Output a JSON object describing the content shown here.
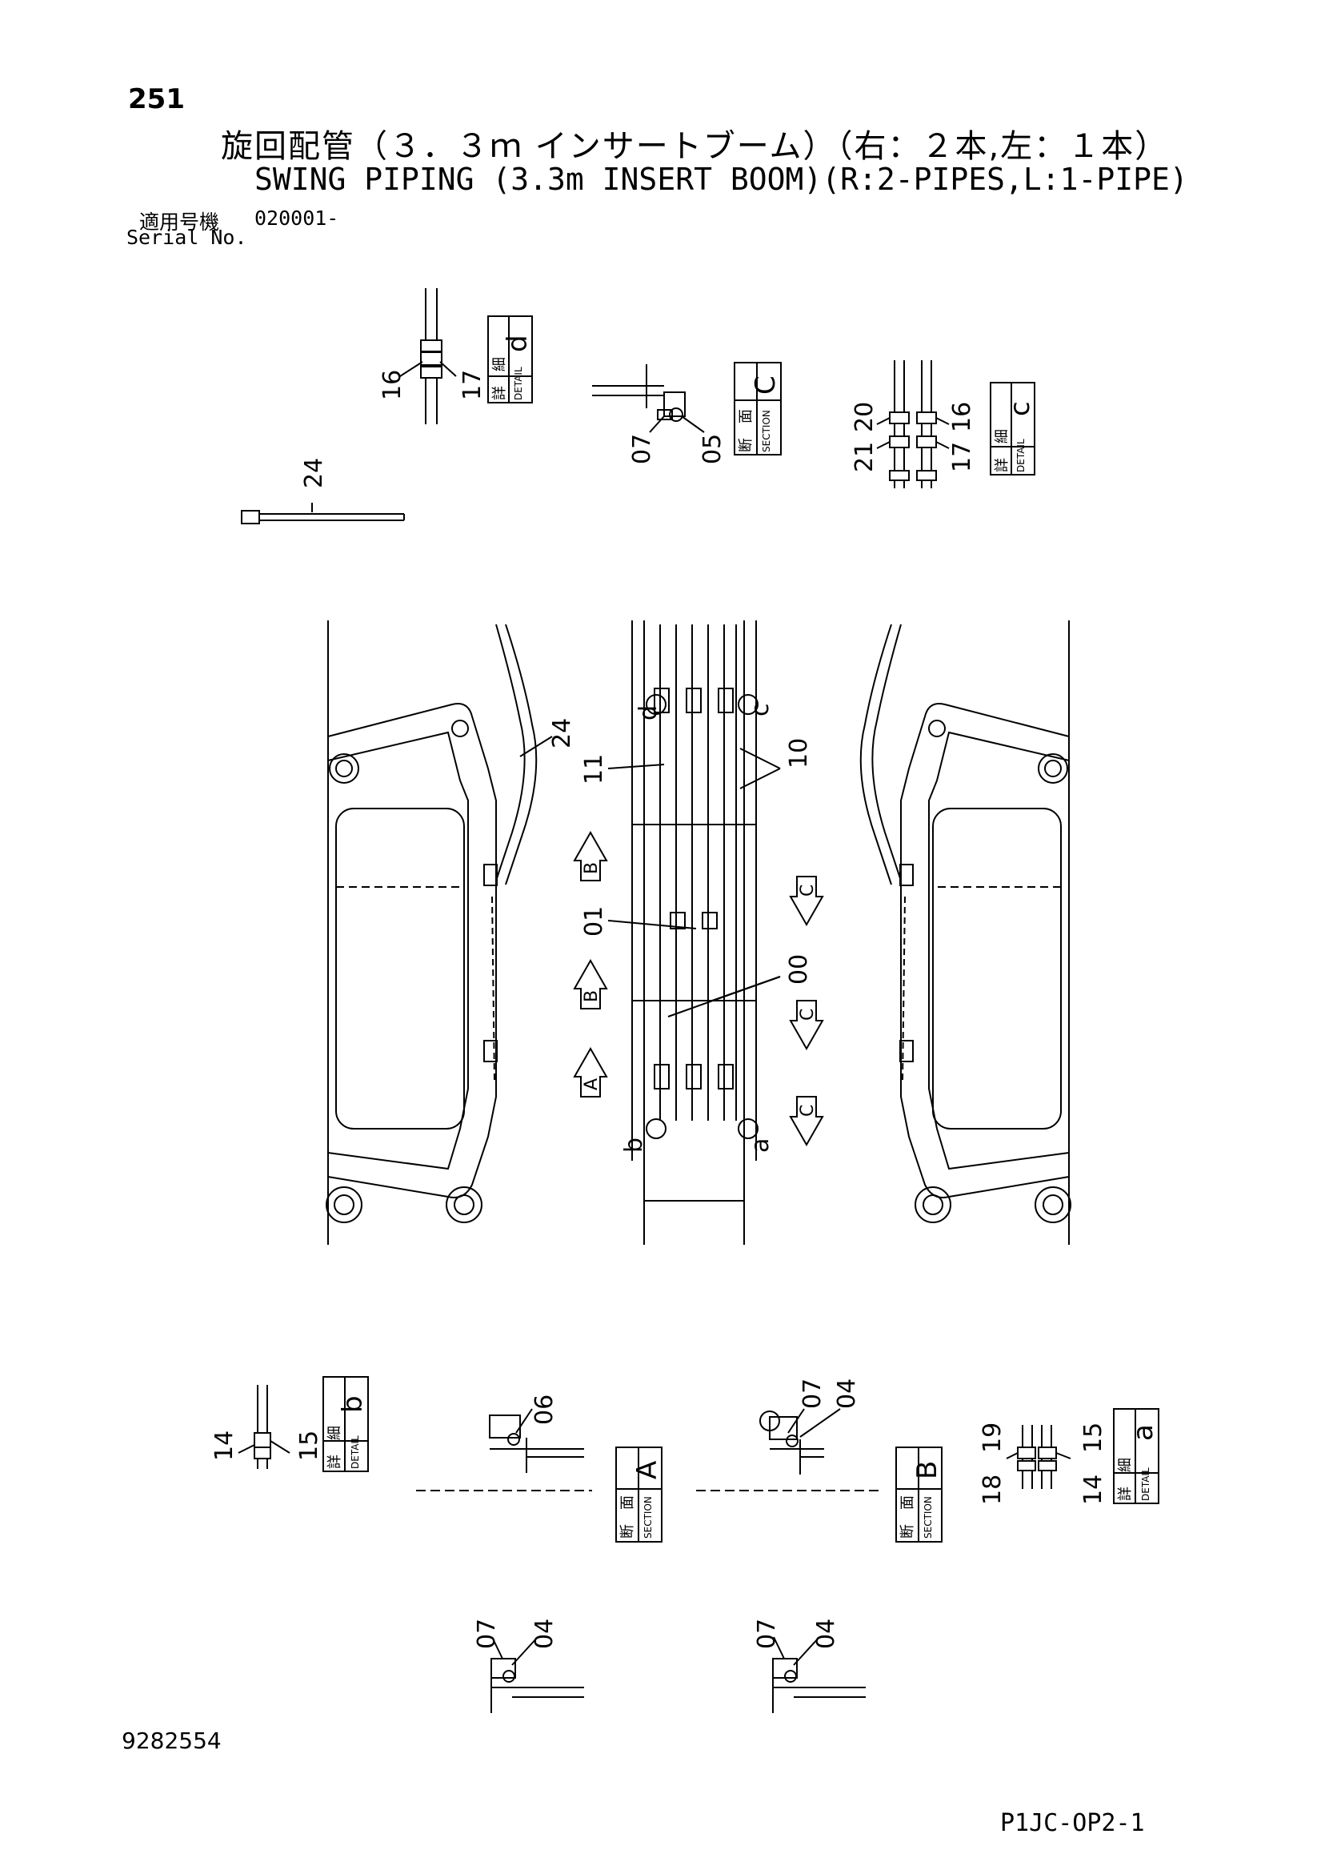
{
  "header": {
    "page_number": "251",
    "title_jp": "旋回配管（３．３ｍ インサートブーム）（右：２本,左：１本）",
    "title_en": "SWING PIPING (3.3m INSERT BOOM)(R:2-PIPES,L:1-PIPE)",
    "serial_label_jp": "適用号機",
    "serial_label_en": "Serial No.",
    "serial_value": "020001-"
  },
  "footer": {
    "document_number": "9282554",
    "page_code": "P1JC-OP2-1"
  },
  "detail_labels": {
    "jp": "詳　細",
    "en": "DETAIL"
  },
  "section_labels": {
    "jp": "断　面",
    "en": "SECTION"
  },
  "boxes": {
    "d": "d",
    "c_detail": "c",
    "C_section": "C",
    "b": "b",
    "a": "a",
    "A_section": "A",
    "B_section": "B"
  },
  "part_numbers": {
    "p16_top": "16",
    "p17_top": "17",
    "p07_top": "07",
    "p05": "05",
    "p20": "20",
    "p16_right": "16",
    "p21": "21",
    "p17_right": "17",
    "p24_top": "24",
    "p24_mid": "24",
    "p11": "11",
    "p10": "10",
    "p01": "01",
    "p00": "00",
    "p14_left": "14",
    "p15_left": "15",
    "p06": "06",
    "p07_b1": "07",
    "p04_b1": "04",
    "p19": "19",
    "p15_right": "15",
    "p18": "18",
    "p14_right": "14",
    "p07_b2": "07",
    "p04_b2": "04",
    "p07_b3": "07",
    "p04_b3": "04"
  },
  "callouts": {
    "d": "d",
    "c": "c",
    "b": "b",
    "a": "a"
  },
  "arrows": {
    "B1": "B",
    "B2": "B",
    "A1": "A",
    "C1": "C",
    "C2": "C",
    "C3": "C"
  }
}
